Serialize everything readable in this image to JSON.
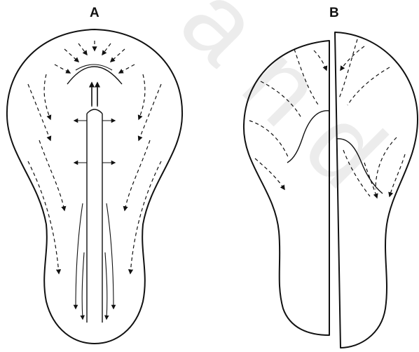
{
  "figure": {
    "panels": [
      {
        "label": "A"
      },
      {
        "label": "B"
      }
    ],
    "watermark": "a n d",
    "colors": {
      "ink": "#111111",
      "watermark": "#ececec",
      "background": "#ffffff"
    }
  }
}
